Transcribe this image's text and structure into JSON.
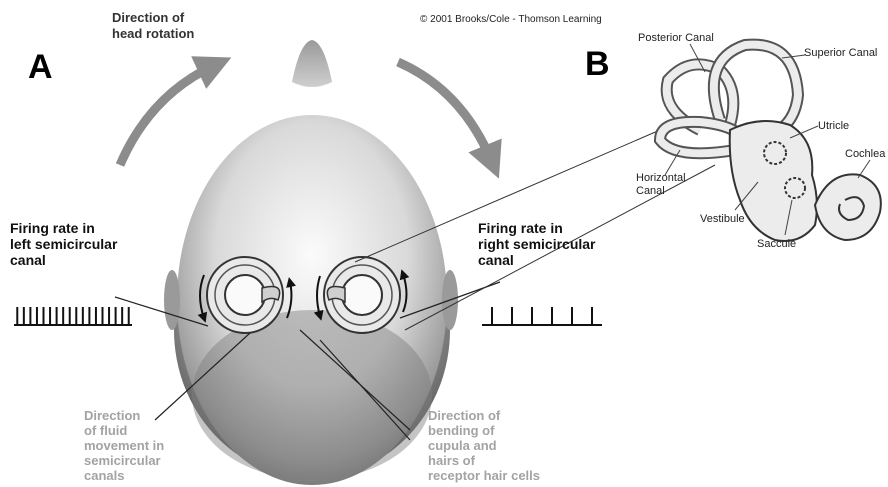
{
  "copyright": "© 2001 Brooks/Cole - Thomson Learning",
  "panel_a": {
    "letter": "A",
    "rotation_label": "Direction of\nhead rotation",
    "left_label": "Firing rate in\nleft semicircular\ncanal",
    "right_label": "Firing rate in\nright semicircular\ncanal",
    "fluid_label": "Direction\nof fluid\nmovement in\nsemicircular\ncanals",
    "bending_label": "Direction of\nbending of\ncupula and\nhairs of\nreceptor hair cells",
    "left_spikes": 18,
    "right_spikes": 6
  },
  "panel_b": {
    "letter": "B",
    "labels": {
      "posterior": "Posterior Canal",
      "superior": "Superior Canal",
      "utricle": "Utricle",
      "cochlea": "Cochlea",
      "horizontal": "Horizontal\nCanal",
      "vestibule": "Vestibule",
      "saccule": "Saccule"
    }
  },
  "colors": {
    "arrow": "#8c8c8c",
    "head_light": "#f2f2f2",
    "head_dark": "#7a7a7a",
    "hair": "#5e5e5e",
    "gray_text": "#a3a3a3"
  }
}
